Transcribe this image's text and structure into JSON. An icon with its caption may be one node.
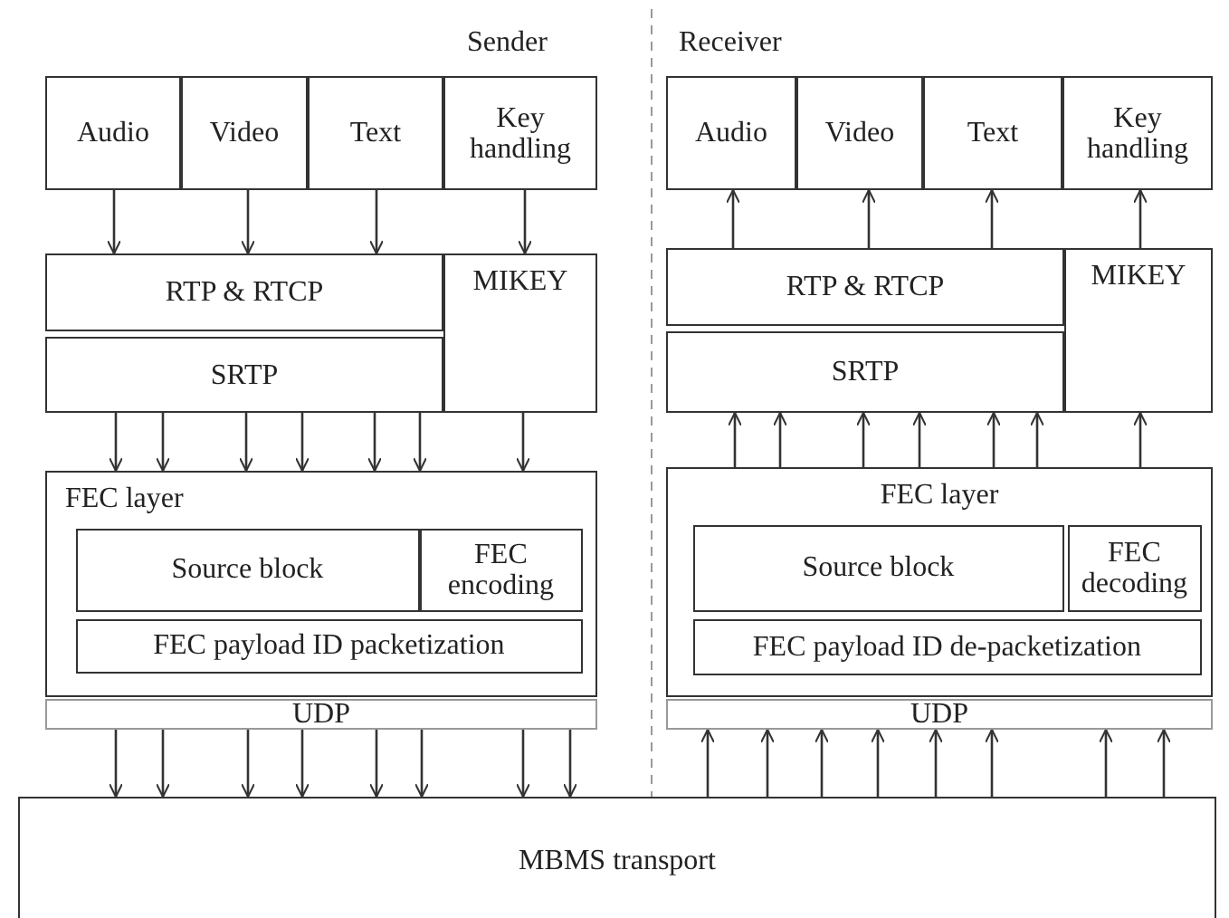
{
  "diagram": {
    "nodes": [
      {
        "text": [
          "Audio"
        ]
      },
      {
        "text": [
          "Video"
        ]
      },
      {
        "text": [
          "Text"
        ]
      },
      {
        "text": [
          "Key handling"
        ]
      },
      {
        "text": [
          "RTP & RTCP"
        ]
      },
      {
        "text": [
          "SRTP"
        ]
      },
      {
        "text": [
          "MIKEY"
        ]
      },
      {
        "text": [
          "FEC layer"
        ]
      },
      {
        "text": [
          "Source block"
        ],
        "in": 7
      },
      {
        "text": [
          "FEC encoding"
        ],
        "in": 7
      },
      {
        "text": [
          "FEC payload ID packetization"
        ],
        "in": 7
      },
      {
        "text": [
          "UDP"
        ]
      },
      {
        "text": [
          "Audio"
        ]
      },
      {
        "text": [
          "Video"
        ]
      },
      {
        "text": [
          "Text"
        ]
      },
      {
        "text": [
          "Key handling"
        ]
      },
      {
        "text": [
          "RTP & RTCP"
        ]
      },
      {
        "text": [
          "SRTP"
        ]
      },
      {
        "text": [
          "MIKEY"
        ]
      },
      {
        "text": [
          "FEC layer"
        ]
      },
      {
        "text": [
          "Source block"
        ],
        "in": 19
      },
      {
        "text": [
          "FEC decoding"
        ],
        "in": 19
      },
      {
        "text": [
          "FEC payload ID de-packetization"
        ],
        "in": 19
      },
      {
        "text": [
          "UDP"
        ]
      },
      {
        "text": [
          "MBMS transport"
        ]
      }
    ],
    "edges": [
      {
        "from": 0,
        "to": 4,
        "arrow": "to"
      },
      {
        "from": 1,
        "to": 4,
        "arrow": "to"
      },
      {
        "from": 2,
        "to": 4,
        "arrow": "to"
      },
      {
        "from": 3,
        "to": 6,
        "arrow": "to"
      },
      {
        "from": 5,
        "to": 7,
        "arrow": "to"
      },
      {
        "from": 5,
        "to": 7,
        "arrow": "to"
      },
      {
        "from": 5,
        "to": 7,
        "arrow": "to"
      },
      {
        "from": 5,
        "to": 7,
        "arrow": "to"
      },
      {
        "from": 5,
        "to": 7,
        "arrow": "to"
      },
      {
        "from": 5,
        "to": 7,
        "arrow": "to"
      },
      {
        "from": 6,
        "to": 7,
        "arrow": "to"
      },
      {
        "from": 11,
        "to": 24,
        "arrow": "to"
      },
      {
        "from": 11,
        "to": 24,
        "arrow": "to"
      },
      {
        "from": 11,
        "to": 24,
        "arrow": "to"
      },
      {
        "from": 11,
        "to": 24,
        "arrow": "to"
      },
      {
        "from": 11,
        "to": 24,
        "arrow": "to"
      },
      {
        "from": 11,
        "to": 24,
        "arrow": "to"
      },
      {
        "from": 11,
        "to": 24,
        "arrow": "to"
      },
      {
        "from": 11,
        "to": 24,
        "arrow": "to"
      },
      {
        "from": 16,
        "to": 12,
        "arrow": "to"
      },
      {
        "from": 16,
        "to": 13,
        "arrow": "to"
      },
      {
        "from": 16,
        "to": 14,
        "arrow": "to"
      },
      {
        "from": 18,
        "to": 15,
        "arrow": "to"
      },
      {
        "from": 19,
        "to": 17,
        "arrow": "to"
      },
      {
        "from": 19,
        "to": 17,
        "arrow": "to"
      },
      {
        "from": 19,
        "to": 17,
        "arrow": "to"
      },
      {
        "from": 19,
        "to": 17,
        "arrow": "to"
      },
      {
        "from": 19,
        "to": 17,
        "arrow": "to"
      },
      {
        "from": 19,
        "to": 17,
        "arrow": "to"
      },
      {
        "from": 19,
        "to": 18,
        "arrow": "to"
      },
      {
        "from": 24,
        "to": 23,
        "arrow": "to"
      },
      {
        "from": 24,
        "to": 23,
        "arrow": "to"
      },
      {
        "from": 24,
        "to": 23,
        "arrow": "to"
      },
      {
        "from": 24,
        "to": 23,
        "arrow": "to"
      },
      {
        "from": 24,
        "to": 23,
        "arrow": "to"
      },
      {
        "from": 24,
        "to": 23,
        "arrow": "to"
      },
      {
        "from": 24,
        "to": 23,
        "arrow": "to"
      },
      {
        "from": 24,
        "to": 23,
        "arrow": "to"
      }
    ],
    "labels": [
      "Sender",
      "Receiver"
    ]
  }
}
